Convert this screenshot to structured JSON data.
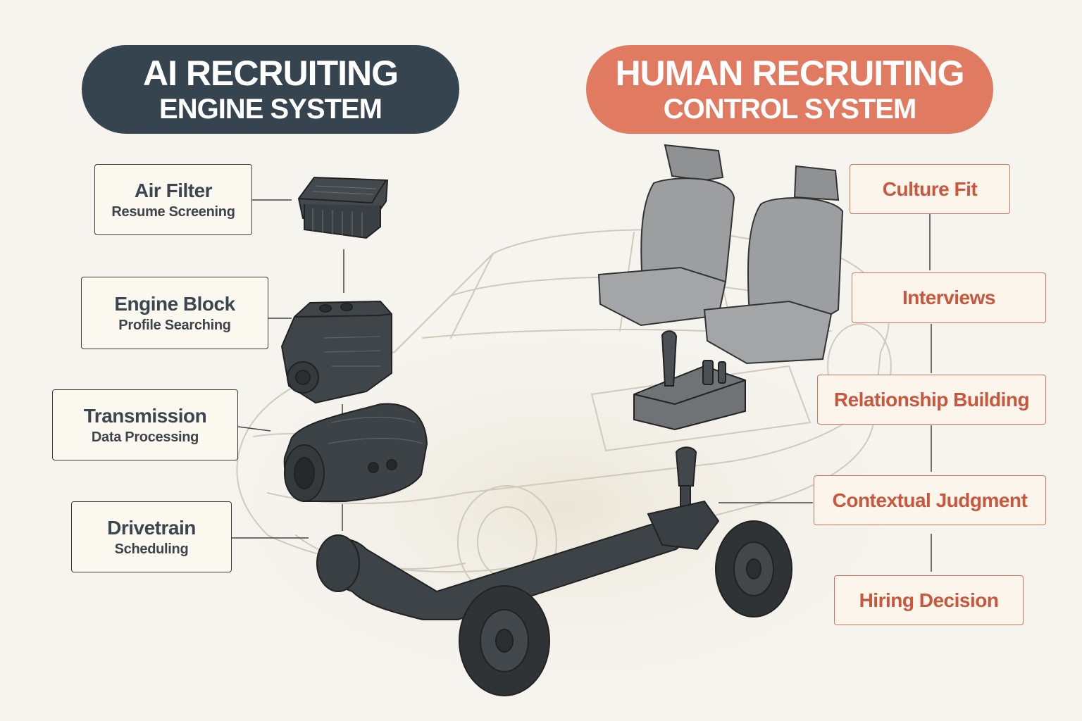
{
  "headers": {
    "ai": {
      "line1": "AI RECRUITING",
      "line2": "ENGINE SYSTEM",
      "color": "#36444f"
    },
    "human": {
      "line1": "HUMAN RECRUITING",
      "line2": "CONTROL SYSTEM",
      "color": "#e07b62"
    }
  },
  "ai_components": [
    {
      "title": "Air Filter",
      "subtitle": "Resume Screening",
      "icon": "air-filter-icon"
    },
    {
      "title": "Engine Block",
      "subtitle": "Profile Searching",
      "icon": "engine-block-icon"
    },
    {
      "title": "Transmission",
      "subtitle": "Data Processing",
      "icon": "transmission-icon"
    },
    {
      "title": "Drivetrain",
      "subtitle": "Scheduling",
      "icon": "drivetrain-icon"
    }
  ],
  "human_components": [
    {
      "label": "Culture Fit"
    },
    {
      "label": "Interviews"
    },
    {
      "label": "Relationship Building"
    },
    {
      "label": "Contextual Judgment"
    },
    {
      "label": "Hiring Decision"
    }
  ],
  "human_icons": [
    "car-seats-icon",
    "gear-shifter-icon",
    "steering-axle-icon"
  ],
  "colors": {
    "ai_accent": "#36444f",
    "human_accent": "#e07b62",
    "human_text": "#c9573d",
    "part_fill": "#3d4347"
  }
}
